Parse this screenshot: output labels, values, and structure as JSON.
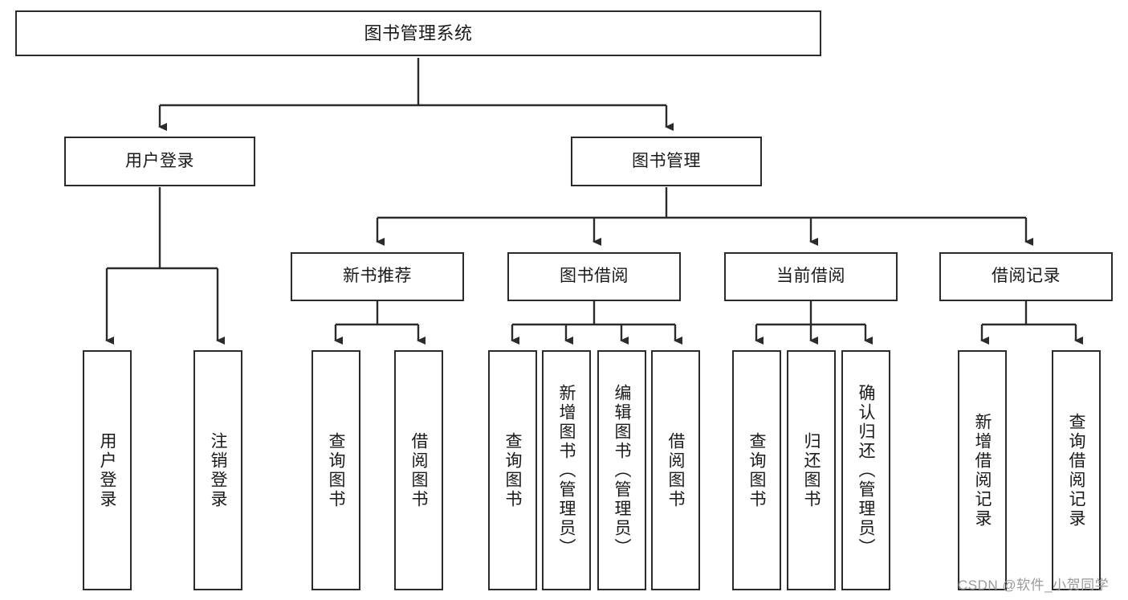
{
  "diagram": {
    "title": "图书管理系统",
    "type": "tree-hierarchy-chart",
    "root": {
      "label": "图书管理系统"
    },
    "level2": [
      {
        "label": "用户登录"
      },
      {
        "label": "图书管理"
      }
    ],
    "level3": [
      {
        "label": "新书推荐"
      },
      {
        "label": "图书借阅"
      },
      {
        "label": "当前借阅"
      },
      {
        "label": "借阅记录"
      }
    ],
    "leaves": {
      "user_login": [
        {
          "label": "用户登录"
        },
        {
          "label": "注销登录"
        }
      ],
      "new_book_recommend": [
        {
          "label": "查询图书"
        },
        {
          "label": "借阅图书"
        }
      ],
      "book_borrow": [
        {
          "label": "查询图书"
        },
        {
          "label": "新增图书（管理员）"
        },
        {
          "label": "编辑图书（管理员）"
        },
        {
          "label": "借阅图书"
        }
      ],
      "current_borrow": [
        {
          "label": "查询图书"
        },
        {
          "label": "归还图书"
        },
        {
          "label": "确认归还（管理员）"
        }
      ],
      "borrow_record": [
        {
          "label": "新增借阅记录"
        },
        {
          "label": "查询借阅记录"
        }
      ]
    }
  },
  "watermark": {
    "text": "CSDN @软件_小贺同学"
  },
  "colors": {
    "stroke": "#2b2b2b",
    "background": "#ffffff",
    "text": "#1a1a1a",
    "watermark": "#9a9a9a"
  }
}
